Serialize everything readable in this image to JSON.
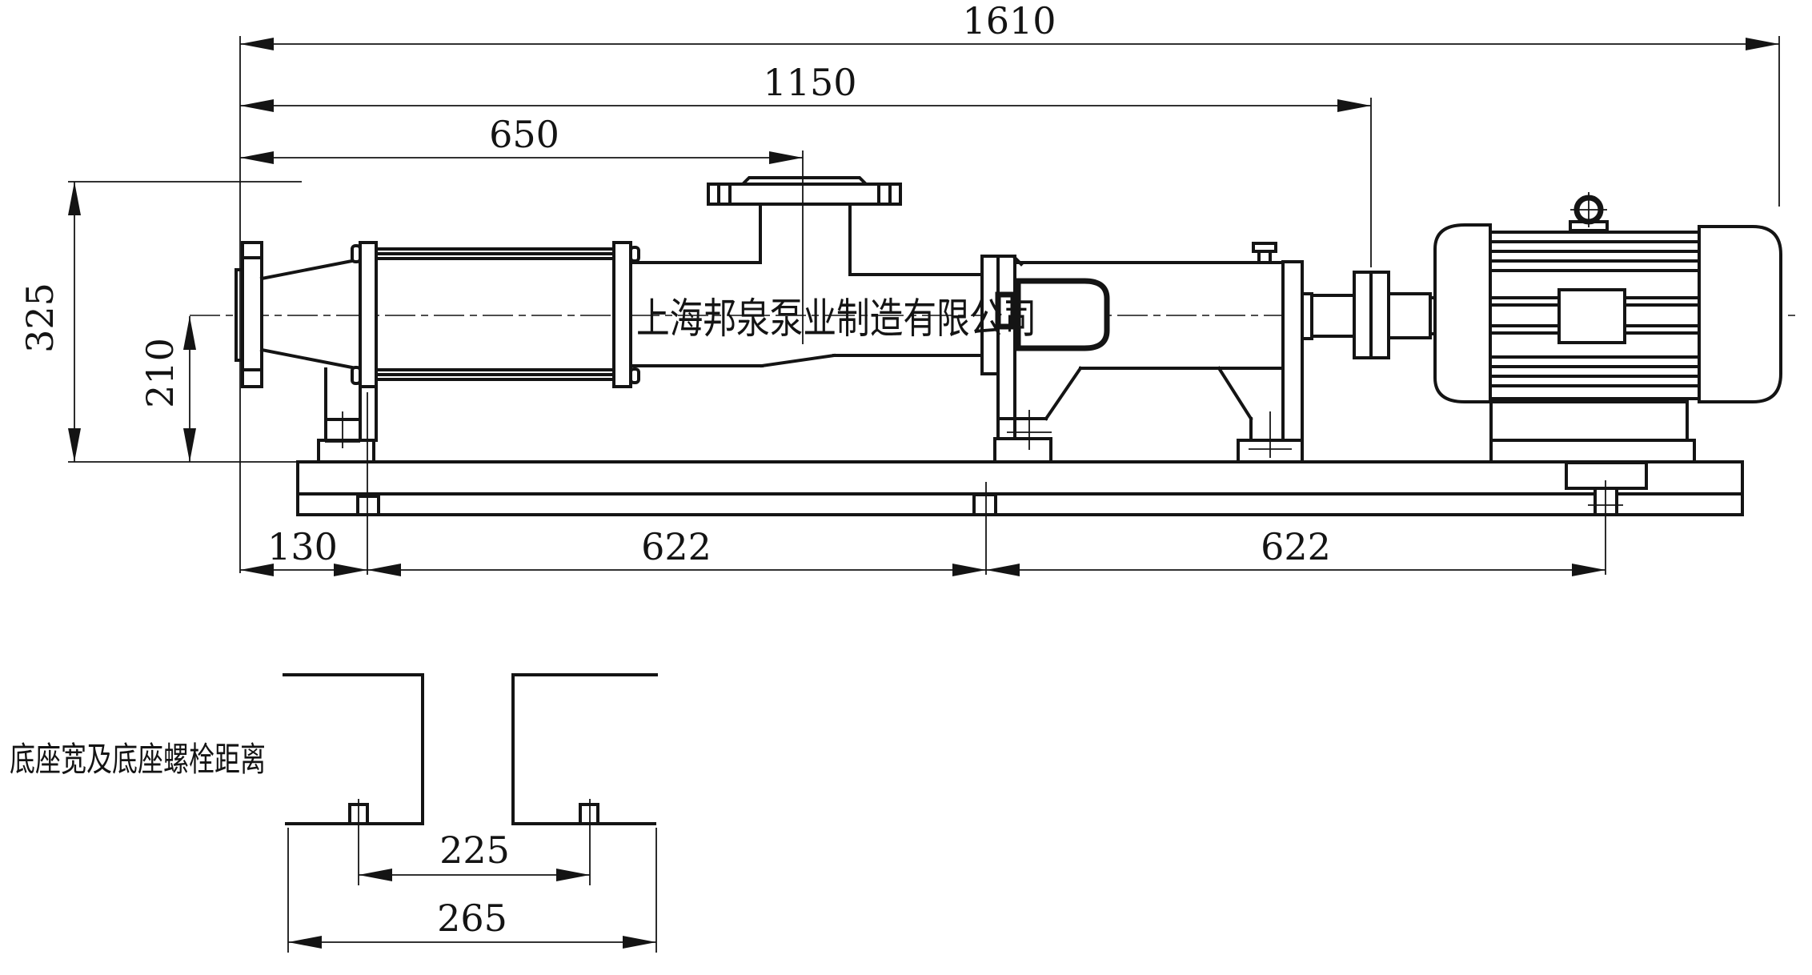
{
  "watermark": "上海邦泉泵业制造有限公司",
  "bottom_view": {
    "label": "底座宽及底座螺栓距离"
  },
  "dims": {
    "total_length": "1610",
    "length_to_coupling": "1150",
    "length_to_inlet": "650",
    "inlet_flange_height": "325",
    "centerline_height": "210",
    "front_overhang": "130",
    "bolt_span_front": "622",
    "bolt_span_rear": "622",
    "base_bolt_distance": "225",
    "base_width": "265"
  },
  "colors": {
    "line": "#141414",
    "background": "#ffffff"
  }
}
